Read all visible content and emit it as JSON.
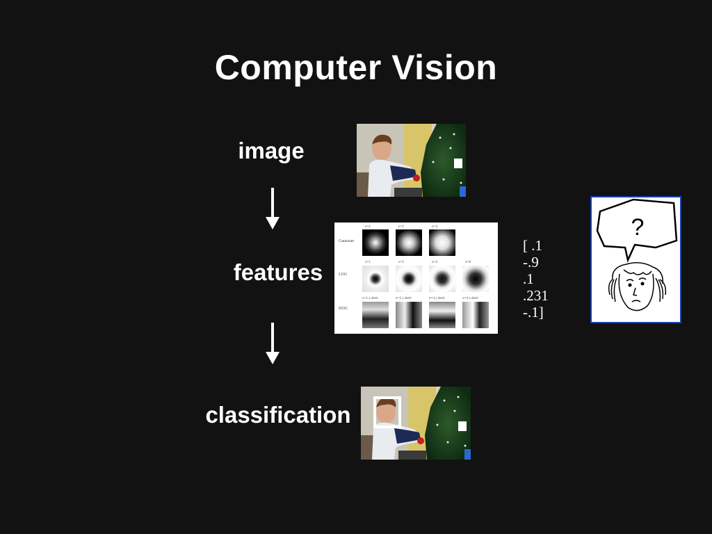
{
  "slide": {
    "title": "Computer Vision",
    "labels": {
      "image": "image",
      "features": "features",
      "classification": "classification"
    }
  },
  "feature_vector": [
    ".1",
    "-.9",
    ".1",
    ".231",
    "-.1"
  ],
  "feature_panel": {
    "rows": [
      "Gaussian",
      "LOG",
      "DOG"
    ],
    "gaussian_cols": [
      "σ=1",
      "σ=2",
      "σ=4"
    ],
    "log_cols": [
      "σ=1",
      "σ=2",
      "σ=4",
      "σ=8"
    ],
    "dog_cols": [
      "σ=1 y deriv",
      "σ=2 y deriv",
      "σ=4 y deriv",
      "σ=4 x deriv"
    ]
  },
  "cartoon": {
    "speech_text": "?"
  },
  "colors": {
    "background": "#121212",
    "text": "#ffffff",
    "cartoon_border": "#1a3fb0",
    "detection_box": "#ffffff"
  }
}
